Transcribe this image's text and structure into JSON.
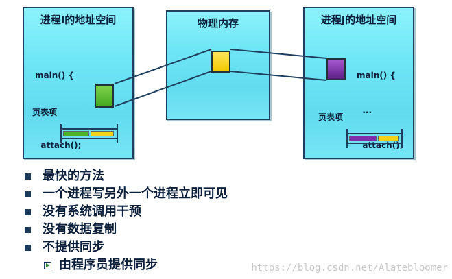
{
  "process_i": {
    "title": "进程I的地址空间",
    "code_lines": [
      "main() {",
      "  ...",
      "  attach();"
    ],
    "pte_label": "页表项",
    "page_color": "#4fb527",
    "pte_cells": [
      "#4fb527",
      "#f5d21a"
    ]
  },
  "physical_memory": {
    "title": "物理内存",
    "frame_color": "#f5d21a"
  },
  "process_j": {
    "title": "进程J的地址空间",
    "code_lines": [
      "main() {",
      "  ...",
      "  attach();"
    ],
    "pte_label": "页表项",
    "page_color": "#7c2fa8",
    "pte_cells": [
      "#7c2fa8",
      "#f5d21a"
    ]
  },
  "bullets": [
    "最快的方法",
    "一个进程写另外一个进程立即可见",
    "没有系统调用干预",
    "没有数据复制",
    "不提供同步"
  ],
  "sub_bullets": [
    "由程序员提供同步"
  ],
  "watermark": "https://blog.csdn.net/Alatebloomer"
}
